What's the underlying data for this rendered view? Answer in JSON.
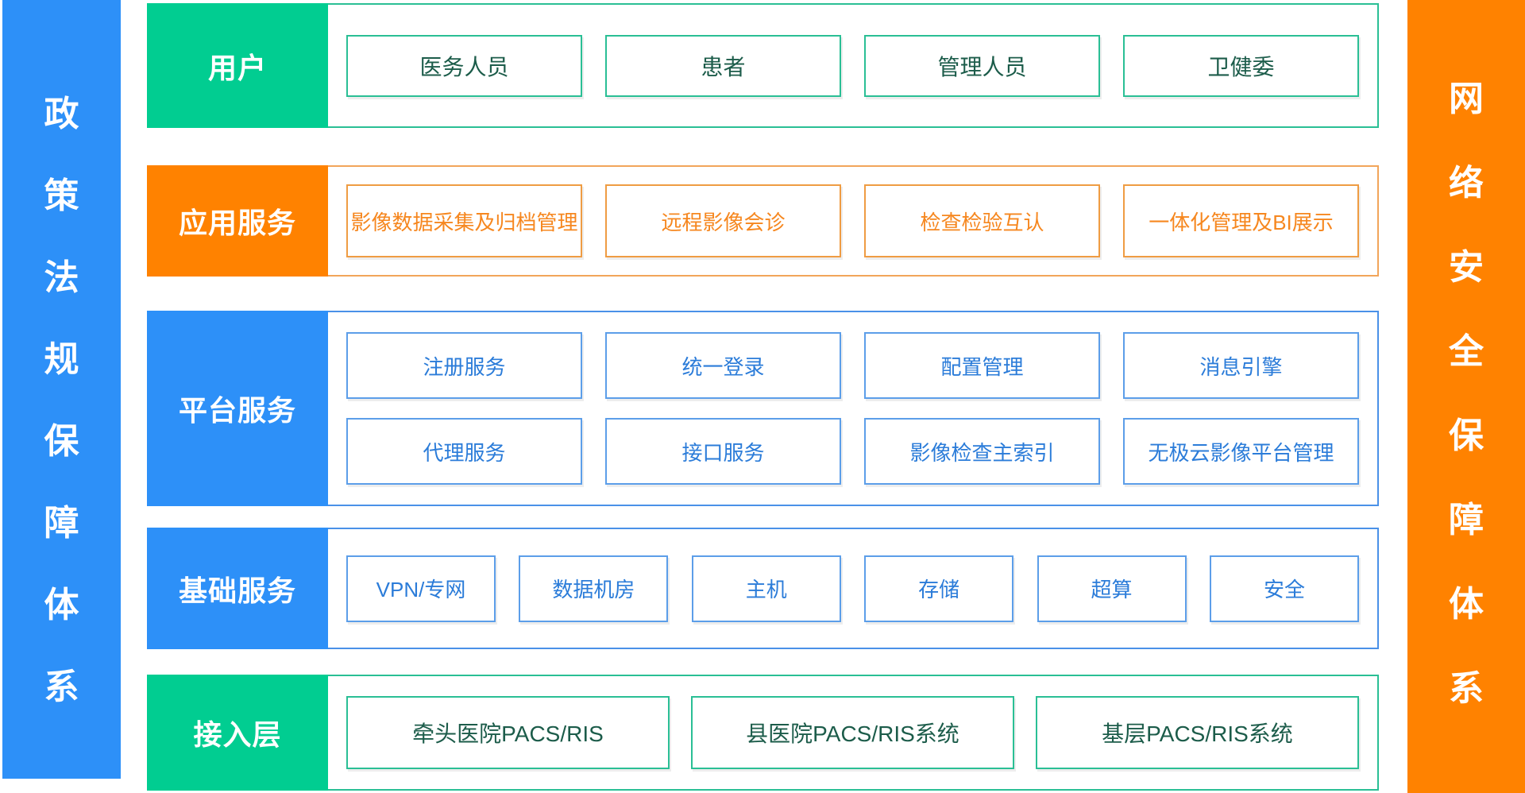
{
  "palette": {
    "bar_blue": "#2D90F8",
    "bar_orange": "#FF8200",
    "label_green": "#01CD91",
    "green_border": "#2ABF95",
    "green_text": "#1C5C4A",
    "orange_border": "#EF9C43",
    "orange_text": "#F6871F",
    "orange_container": "#F2A55A",
    "blue_border": "#5C9EE9",
    "blue_text": "#2B7CD9",
    "blue_container": "#4A91E8"
  },
  "left_bar": {
    "text": "政策法规保障体系"
  },
  "right_bar": {
    "text": "网络安全保障体系"
  },
  "layers": [
    {
      "key": "users",
      "theme": "green",
      "label": "用户",
      "box_rows": [
        [
          "医务人员",
          "患者",
          "管理人员",
          "卫健委"
        ]
      ]
    },
    {
      "key": "app-services",
      "theme": "orange",
      "label": "应用服务",
      "box_rows": [
        [
          "影像数据采集及归档管理",
          "远程影像会诊",
          "检查检验互认",
          "一体化管理及BI展示"
        ]
      ]
    },
    {
      "key": "platform-services",
      "theme": "blue",
      "label": "平台服务",
      "box_rows": [
        [
          "注册服务",
          "统一登录",
          "配置管理",
          "消息引擎"
        ],
        [
          "代理服务",
          "接口服务",
          "影像检查主索引",
          "无极云影像平台管理"
        ]
      ]
    },
    {
      "key": "basic-services",
      "theme": "blue",
      "label": "基础服务",
      "box_rows": [
        [
          "VPN/专网",
          "数据机房",
          "主机",
          "存储",
          "超算",
          "安全"
        ]
      ]
    },
    {
      "key": "access-layer",
      "theme": "green",
      "label": "接入层",
      "box_rows": [
        [
          "牵头医院PACS/RIS",
          "县医院PACS/RIS系统",
          "基层PACS/RIS系统"
        ]
      ]
    }
  ]
}
